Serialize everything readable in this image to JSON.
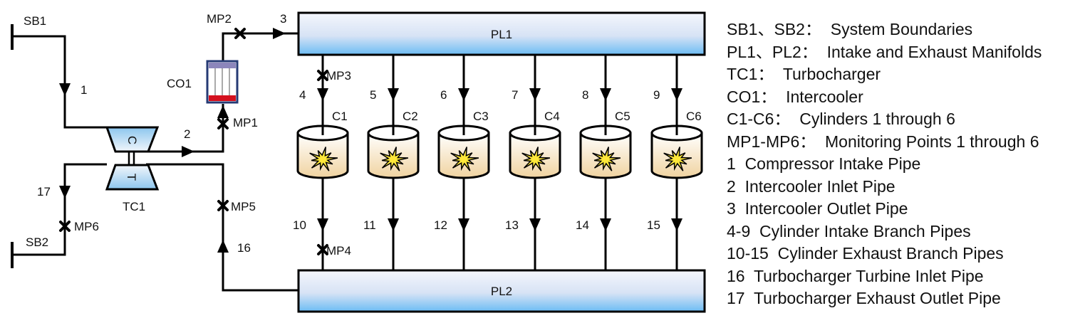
{
  "diagram": {
    "type": "engine-airflow-schematic",
    "colors": {
      "line": "#000000",
      "manifold_top": "#f4f6fc",
      "manifold_bottom": "#6cbcf4",
      "turbo_fill_top": "#f2f6fb",
      "turbo_fill_bottom": "#8cc6ee",
      "cylinder_top": "#ffffff",
      "cylinder_bottom": "#f0d3a0",
      "spark_fill": "#ffe83a",
      "cooler_frame": "#253a74",
      "cooler_top": "#8c86bb",
      "cooler_bottom": "#d4101e"
    },
    "boundaries": {
      "sb1": "SB1",
      "sb2": "SB2"
    },
    "manifolds": {
      "intake": "PL1",
      "exhaust": "PL2"
    },
    "turbocharger": {
      "label": "TC1",
      "compressor_glyph": "C",
      "turbine_glyph": "T"
    },
    "intercooler": {
      "label": "CO1"
    },
    "monitoring_points": [
      "MP1",
      "MP2",
      "MP3",
      "MP4",
      "MP5",
      "MP6"
    ],
    "pipes": {
      "p1": "1",
      "p2": "2",
      "p3": "3",
      "p16": "16",
      "p17": "17",
      "intake_branches": [
        "4",
        "5",
        "6",
        "7",
        "8",
        "9"
      ],
      "exhaust_branches": [
        "10",
        "11",
        "12",
        "13",
        "14",
        "15"
      ]
    },
    "cylinders": [
      "C1",
      "C2",
      "C3",
      "C4",
      "C5",
      "C6"
    ]
  },
  "legend": [
    "SB1、SB2：  System Boundaries",
    "PL1、PL2：  Intake and Exhaust Manifolds",
    "TC1：  Turbocharger",
    "CO1：  Intercooler",
    "C1-C6：  Cylinders 1 through 6",
    "MP1-MP6：  Monitoring Points 1 through 6",
    "1  Compressor Intake Pipe",
    "2  Intercooler Inlet Pipe",
    "3  Intercooler Outlet Pipe",
    "4-9  Cylinder Intake Branch Pipes",
    "10-15  Cylinder Exhaust Branch Pipes",
    "16  Turbocharger Turbine Inlet Pipe",
    "17  Turbocharger Exhaust Outlet Pipe"
  ]
}
